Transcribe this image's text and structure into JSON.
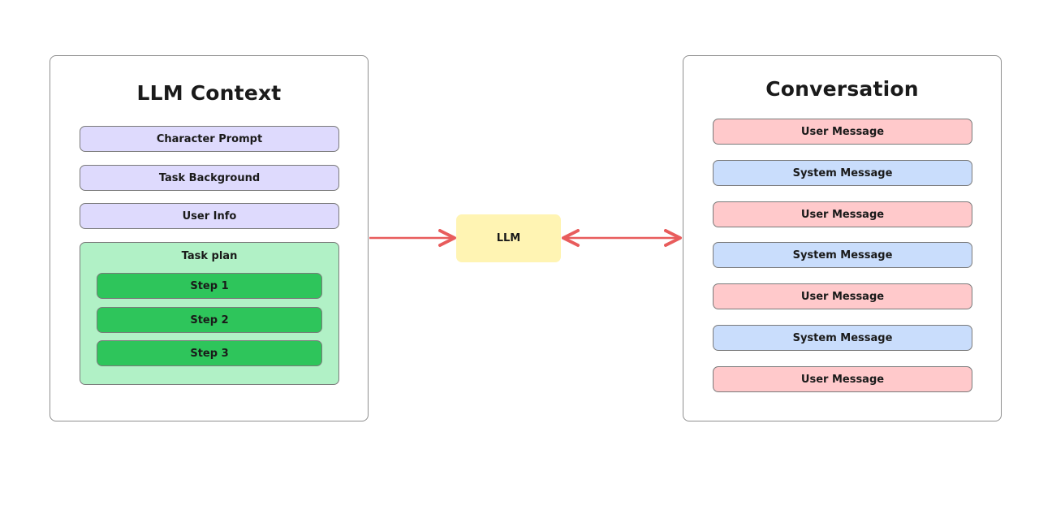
{
  "context": {
    "title": "LLM Context",
    "items": [
      {
        "label": "Character Prompt"
      },
      {
        "label": "Task Background"
      },
      {
        "label": "User Info"
      }
    ],
    "plan": {
      "title": "Task plan",
      "steps": [
        {
          "label": "Step 1"
        },
        {
          "label": "Step 2"
        },
        {
          "label": "Step 3"
        }
      ]
    }
  },
  "llm": {
    "label": "LLM"
  },
  "conversation": {
    "title": "Conversation",
    "messages": [
      {
        "label": "User Message",
        "role": "user"
      },
      {
        "label": "System Message",
        "role": "system"
      },
      {
        "label": "User Message",
        "role": "user"
      },
      {
        "label": "System Message",
        "role": "system"
      },
      {
        "label": "User Message",
        "role": "user"
      },
      {
        "label": "System Message",
        "role": "system"
      },
      {
        "label": "User Message",
        "role": "user"
      }
    ]
  },
  "colors": {
    "arrow": "#e85c5c",
    "context_item": "#dedafd",
    "plan_bg": "#b1f1c6",
    "step": "#2ec55b",
    "llm": "#fff4b3",
    "user_message": "#ffc9cb",
    "system_message": "#c9ddfc"
  }
}
